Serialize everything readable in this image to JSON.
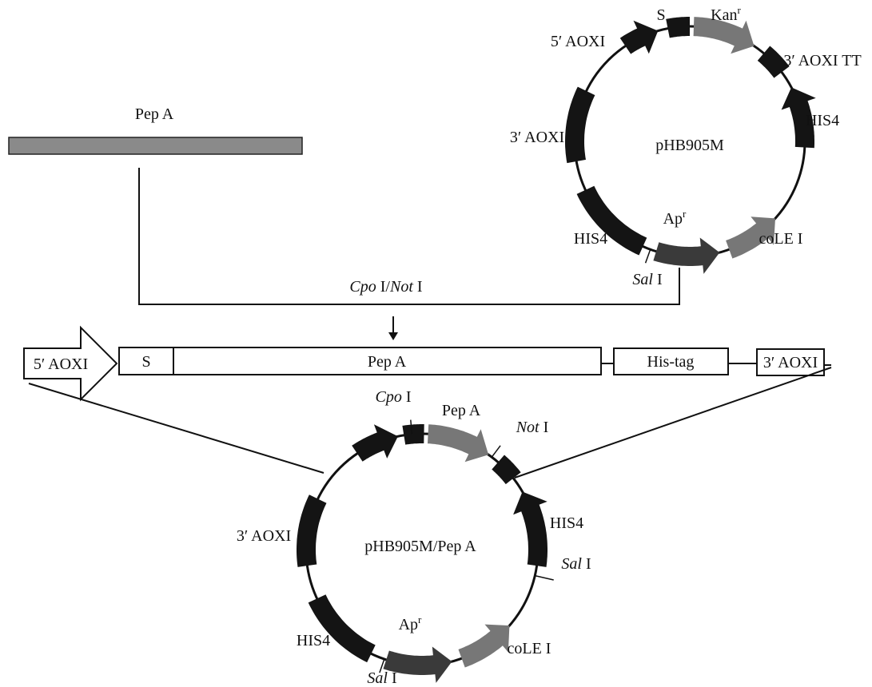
{
  "insert": {
    "label": "Pep A"
  },
  "digest": {
    "enzyme1": "Cpo",
    "enzyme1_suffix": " I/",
    "enzyme2": "Not",
    "enzyme2_suffix": " I"
  },
  "top_plasmid": {
    "name": "pHB905M",
    "labels": {
      "s": "S",
      "kan": "Kan",
      "kan_sup": "r",
      "aox5": "5′ AOXI",
      "aox3tt": "3′ AOXI TT",
      "his4_right": "HIS4",
      "aox3": "3′ AOXI",
      "his4_left": "HIS4",
      "ap": "Ap",
      "ap_sup": "r",
      "cole": "coLE I",
      "sal_italic": "Sal",
      "sal_suffix": " I"
    }
  },
  "construct": {
    "promoter": "5′ AOXI",
    "signal": "S",
    "insert": "Pep A",
    "tag": "His-tag",
    "terminator": "3′ AOXI"
  },
  "bottom_plasmid": {
    "name": "pHB905M/Pep A",
    "labels": {
      "cpo_italic": "Cpo",
      "cpo_suffix": " I",
      "pepa": "Pep A",
      "not_italic": "Not",
      "not_suffix": " I",
      "his4_right": "HIS4",
      "sal_right_italic": "Sal",
      "sal_right_suffix": " I",
      "aox3": "3′ AOXI",
      "his4_left": "HIS4",
      "ap": "Ap",
      "ap_sup": "r",
      "cole": "coLE I",
      "sal_bottom_italic": "Sal",
      "sal_bottom_suffix": " I"
    }
  },
  "colors": {
    "black_segment": "#141414",
    "dark_gray_segment": "#3a3a3a",
    "mid_gray_segment": "#777777",
    "insert_bar": "#8a8a8a"
  }
}
